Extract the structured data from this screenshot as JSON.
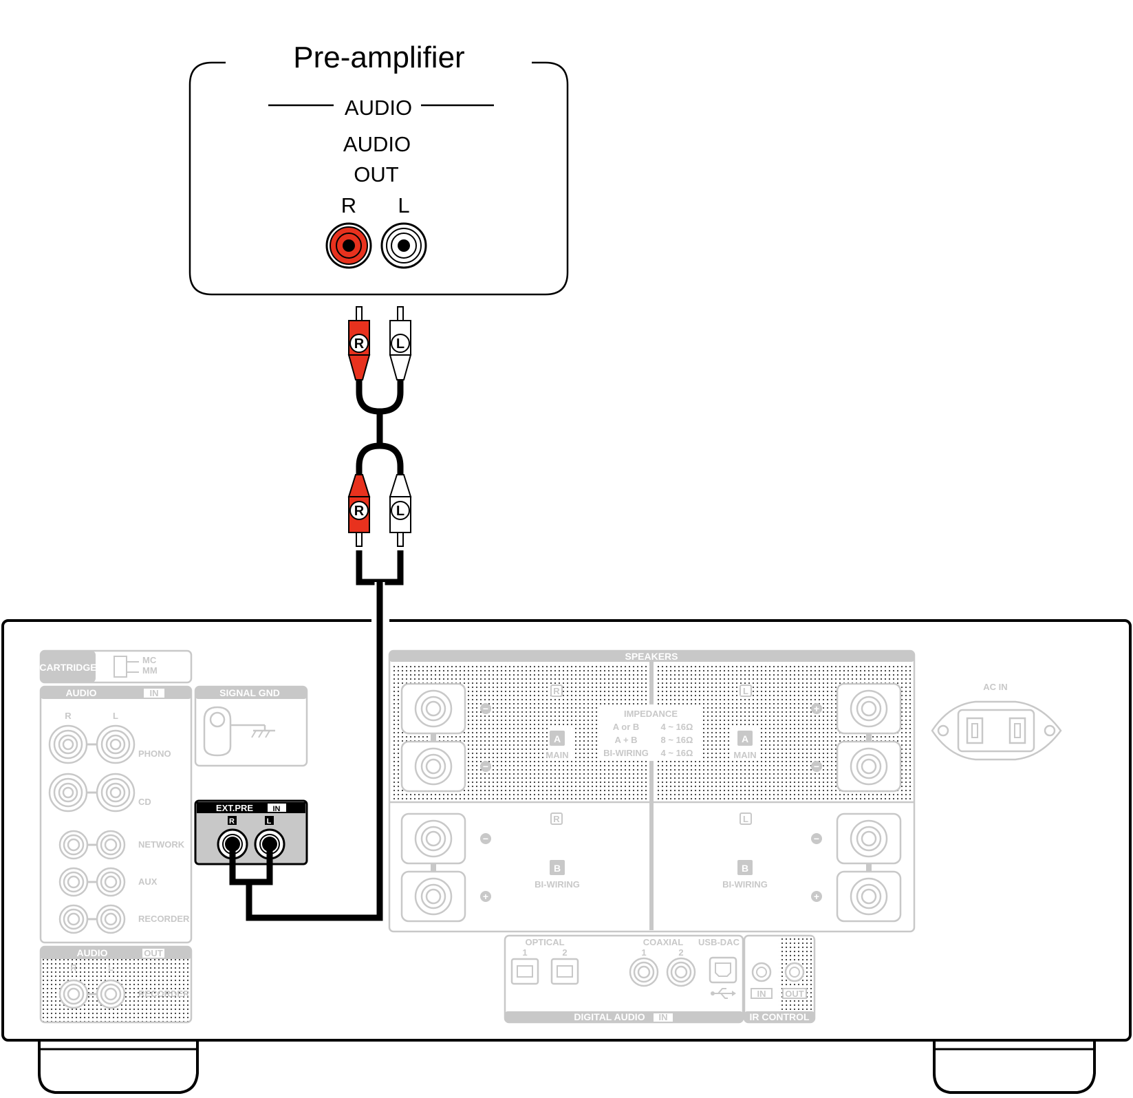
{
  "preamp": {
    "title": "Pre-amplifier",
    "section": "AUDIO",
    "out_label_1": "AUDIO",
    "out_label_2": "OUT",
    "r": "R",
    "l": "L"
  },
  "cable": {
    "r": "R",
    "l": "L"
  },
  "amp": {
    "cartridge": "CARTRIDGE",
    "mc": "MC",
    "mm": "MM",
    "audio_in": "AUDIO",
    "in": "IN",
    "out": "OUT",
    "r": "R",
    "l": "L",
    "phono": "PHONO",
    "cd": "CD",
    "network": "NETWORK",
    "aux": "AUX",
    "recorder": "RECORDER",
    "audio_out": "AUDIO",
    "recorder_out": "RECORDER",
    "signal_gnd": "SIGNAL GND",
    "ext_pre": "EXT.PRE",
    "ext_in": "IN",
    "speakers": "SPEAKERS",
    "impedance": "IMPEDANCE",
    "imp_row1_label": "A or B",
    "imp_row1_value": "4 ~ 16Ω",
    "imp_row2_label": "A + B",
    "imp_row2_value": "8 ~ 16Ω",
    "imp_row3_label": "BI-WIRING",
    "imp_row3_value": "4 ~ 16Ω",
    "a": "A",
    "b": "B",
    "main": "MAIN",
    "bi_wiring": "BI-WIRING",
    "ac_in": "AC IN",
    "optical": "OPTICAL",
    "coaxial": "COAXIAL",
    "usb_dac": "USB-DAC",
    "one": "1",
    "two": "2",
    "digital_audio": "DIGITAL AUDIO",
    "digital_in": "IN",
    "ir_control": "IR CONTROL",
    "ir_in": "IN",
    "ir_out": "OUT"
  },
  "colors": {
    "red": "#e8321e",
    "black": "#000000",
    "grey": "#c8c8c8"
  }
}
